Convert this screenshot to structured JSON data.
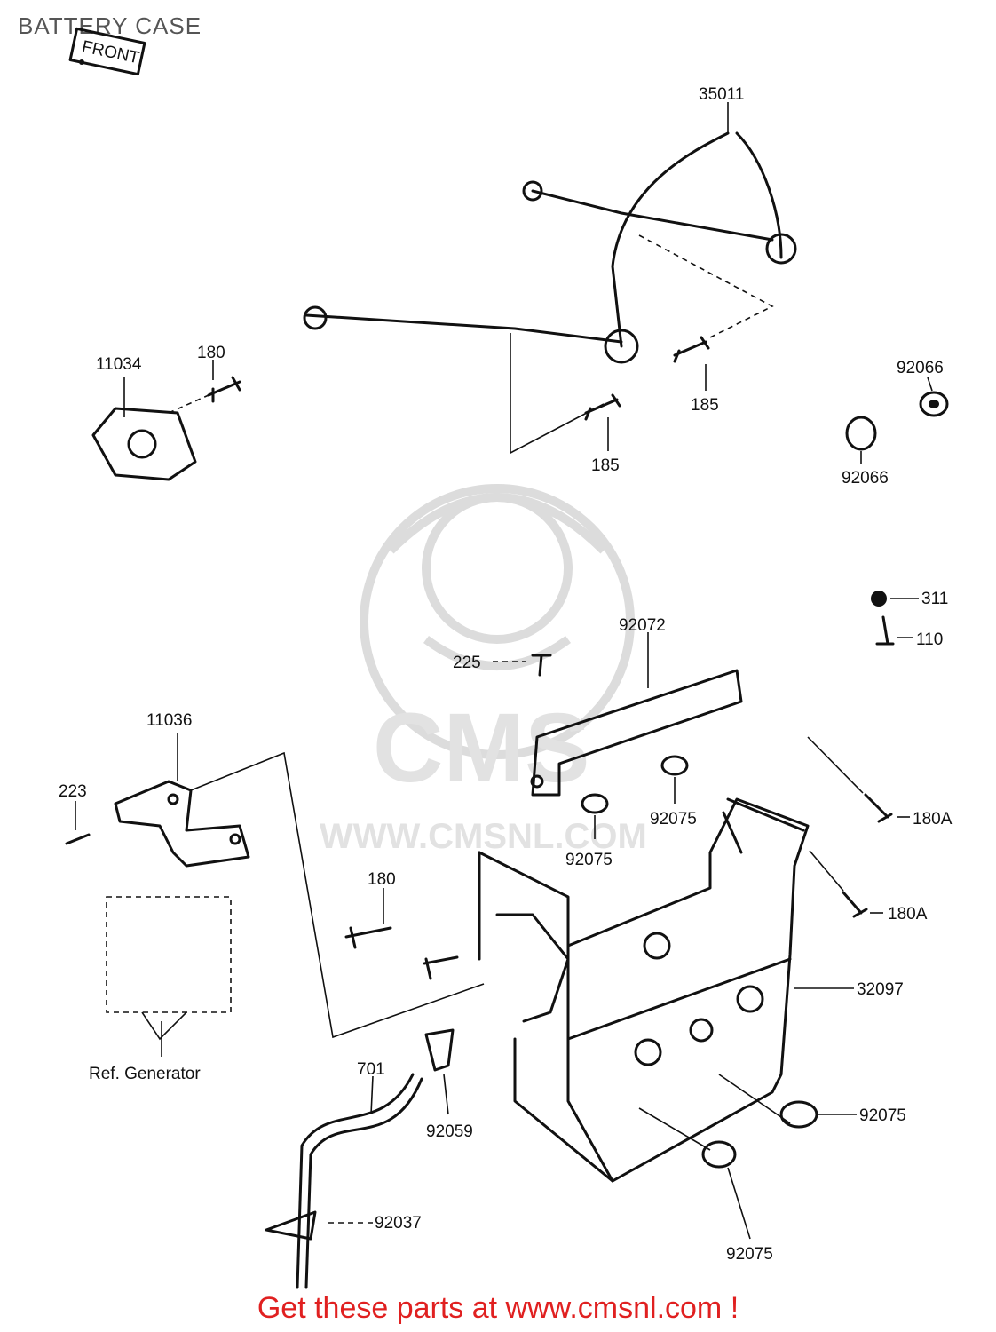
{
  "header": {
    "title": "BATTERY CASE"
  },
  "footer": {
    "text": "Get these parts at www.cmsnl.com !"
  },
  "watermark": {
    "logo_text": "CMS",
    "url_text": "WWW.CMSNL.COM"
  },
  "front_marker": "FRONT",
  "parts": {
    "p35011": "35011",
    "p11034": "11034",
    "p180_top": "180",
    "p185_a": "185",
    "p185_b": "185",
    "p92066_a": "92066",
    "p92066_b": "92066",
    "p311": "311",
    "p110": "110",
    "p92072": "92072",
    "p225": "225",
    "p11036": "11036",
    "p223": "223",
    "p180A_a": "180A",
    "p180A_b": "180A",
    "p92075_a": "92075",
    "p92075_b": "92075",
    "p92075_c": "92075",
    "p92075_d": "92075",
    "p180_mid": "180",
    "p32097": "32097",
    "p701": "701",
    "p92059": "92059",
    "p92037": "92037",
    "ref_generator": "Ref. Generator"
  },
  "colors": {
    "footer": "#e02020",
    "title": "#555555",
    "watermark": "#dcdcdc",
    "ink": "#111111"
  }
}
